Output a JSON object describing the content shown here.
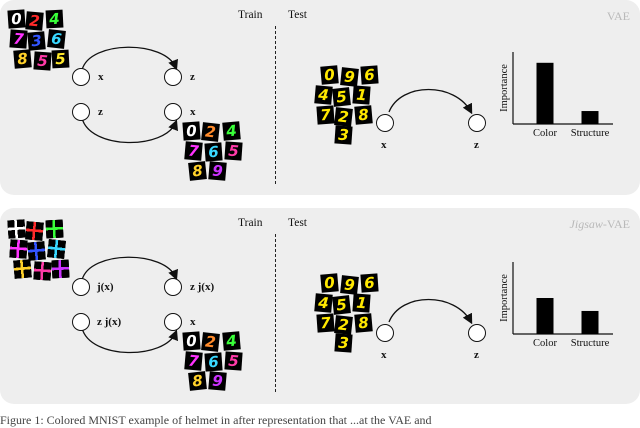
{
  "panels": [
    {
      "label": "VAE",
      "label_italic": "",
      "train": "Train",
      "test": "Test",
      "train_nodes": [
        "x",
        "z",
        "z",
        "x"
      ],
      "test_nodes": [
        "x",
        "z"
      ],
      "chart_data": {
        "type": "bar",
        "categories": [
          "Color",
          "Structure"
        ],
        "values": [
          0.85,
          0.18
        ],
        "ylabel": "Importance",
        "ylim": [
          0,
          1
        ]
      }
    },
    {
      "label": "-VAE",
      "label_italic": "Jigsaw",
      "train": "Train",
      "test": "Test",
      "train_nodes": [
        "j(x)",
        "z j(x)",
        "z j(x)",
        "x"
      ],
      "test_nodes": [
        "x",
        "z"
      ],
      "chart_data": {
        "type": "bar",
        "categories": [
          "Color",
          "Structure"
        ],
        "values": [
          0.5,
          0.32
        ],
        "ylabel": "Importance",
        "ylim": [
          0,
          1
        ]
      }
    }
  ],
  "digits": {
    "colored_a": [
      {
        "d": "0",
        "c": "#ffffff"
      },
      {
        "d": "2",
        "c": "#ff2a2a"
      },
      {
        "d": "4",
        "c": "#39ff39"
      },
      {
        "d": "7",
        "c": "#ff33ff"
      },
      {
        "d": "3",
        "c": "#3355ff"
      },
      {
        "d": "6",
        "c": "#39d8ff"
      },
      {
        "d": "8",
        "c": "#ffd12a"
      },
      {
        "d": "5",
        "c": "#ff3aa8"
      },
      {
        "d": "5",
        "c": "#ffe82a"
      }
    ],
    "colored_b": [
      {
        "d": "0",
        "c": "#ffffff"
      },
      {
        "d": "2",
        "c": "#ff8a2a"
      },
      {
        "d": "4",
        "c": "#39ff39"
      },
      {
        "d": "7",
        "c": "#ff33ff"
      },
      {
        "d": "6",
        "c": "#39d8ff"
      },
      {
        "d": "5",
        "c": "#ff3aa8"
      },
      {
        "d": "8",
        "c": "#ffd12a"
      },
      {
        "d": "9",
        "c": "#cc33ff"
      }
    ],
    "yellow": [
      {
        "d": "0",
        "c": "#ffe800"
      },
      {
        "d": "9",
        "c": "#ffe800"
      },
      {
        "d": "6",
        "c": "#ffe800"
      },
      {
        "d": "4",
        "c": "#ffe800"
      },
      {
        "d": "5",
        "c": "#ffe800"
      },
      {
        "d": "1",
        "c": "#ffe800"
      },
      {
        "d": "7",
        "c": "#ffe800"
      },
      {
        "d": "2",
        "c": "#ffe800"
      },
      {
        "d": "8",
        "c": "#ffe800"
      },
      {
        "d": "3",
        "c": "#ffe800"
      }
    ],
    "scrambled": [
      {
        "d": "",
        "c": "#ffffff"
      },
      {
        "d": "",
        "c": "#ff2a2a"
      },
      {
        "d": "",
        "c": "#39ff39"
      },
      {
        "d": "",
        "c": "#ff33ff"
      },
      {
        "d": "",
        "c": "#3355ff"
      },
      {
        "d": "",
        "c": "#39d8ff"
      },
      {
        "d": "",
        "c": "#ffd12a"
      },
      {
        "d": "",
        "c": "#ff3aa8"
      },
      {
        "d": "",
        "c": "#cc33ff"
      }
    ]
  },
  "caption": "Figure 1: Colored MNIST example of helmet in after representation that ...at the VAE and"
}
